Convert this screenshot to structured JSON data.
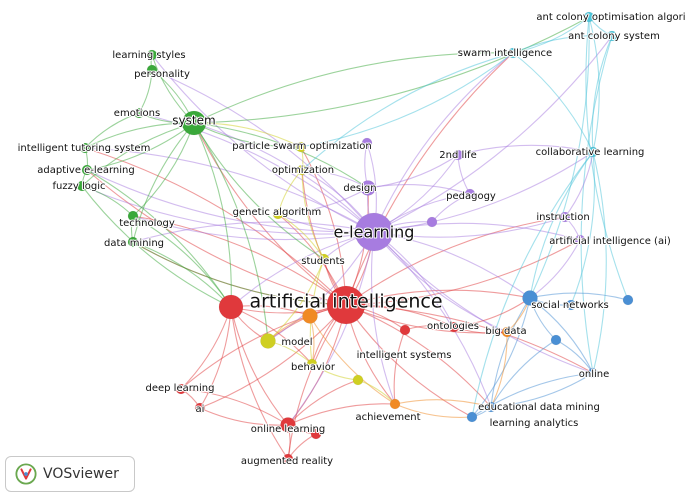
{
  "cluster_colors": {
    "red": "#e0393c",
    "green": "#3aa83a",
    "blue": "#4a8fd4",
    "yellow": "#cfcf22",
    "purple": "#a77ce0",
    "cyan": "#4cc4d9",
    "orange": "#f08a24"
  },
  "brand": {
    "name": "VOSviewer",
    "logo_icon": "vosviewer-logo-icon"
  },
  "nodes": [
    {
      "id": "ai",
      "label": "artificial intelligence",
      "cluster": "red",
      "size": 3,
      "label_size": "xl"
    },
    {
      "id": "el",
      "label": "e-learning",
      "cluster": "purple",
      "size": 3,
      "label_size": "l"
    },
    {
      "id": "red2",
      "label": "",
      "cluster": "red",
      "size": 2
    },
    {
      "id": "orange1",
      "label": "",
      "cluster": "orange",
      "size": 1
    },
    {
      "id": "system",
      "label": "system",
      "cluster": "green",
      "size": 2,
      "label_size": "m"
    },
    {
      "id": "learning_styles",
      "label": "learning styles",
      "cluster": "green",
      "size": 0
    },
    {
      "id": "personality",
      "label": "personality",
      "cluster": "green",
      "size": 0
    },
    {
      "id": "emotions",
      "label": "emotions",
      "cluster": "green",
      "size": 0
    },
    {
      "id": "its",
      "label": "intelligent tutoring system",
      "cluster": "green",
      "size": 0
    },
    {
      "id": "adaptive",
      "label": "adaptive e-learning",
      "cluster": "green",
      "size": 0
    },
    {
      "id": "fuzzy",
      "label": "fuzzy logic",
      "cluster": "green",
      "size": 0
    },
    {
      "id": "technology",
      "label": "technology",
      "cluster": "green",
      "size": 0
    },
    {
      "id": "data_mining",
      "label": "data mining",
      "cluster": "green",
      "size": 0
    },
    {
      "id": "pso",
      "label": "particle swarm optimization",
      "cluster": "yellow",
      "size": 0
    },
    {
      "id": "optimization",
      "label": "optimization",
      "cluster": "yellow",
      "size": 0
    },
    {
      "id": "genetic",
      "label": "genetic algorithm",
      "cluster": "yellow",
      "size": 0
    },
    {
      "id": "students",
      "label": "students",
      "cluster": "yellow",
      "size": 0
    },
    {
      "id": "model",
      "label": "model",
      "cluster": "yellow",
      "size": 1
    },
    {
      "id": "behavior",
      "label": "behavior",
      "cluster": "yellow",
      "size": 0
    },
    {
      "id": "yellow_dot",
      "label": "",
      "cluster": "yellow",
      "size": 0
    },
    {
      "id": "design",
      "label": "design",
      "cluster": "purple",
      "size": 1
    },
    {
      "id": "second_life",
      "label": "2nd life",
      "cluster": "purple",
      "size": 0
    },
    {
      "id": "pedagogy",
      "label": "pedagogy",
      "cluster": "purple",
      "size": 0
    },
    {
      "id": "instruction",
      "label": "instruction",
      "cluster": "purple",
      "size": 0
    },
    {
      "id": "aiai",
      "label": "artificial intelligence (ai)",
      "cluster": "purple",
      "size": 0
    },
    {
      "id": "purple_a",
      "label": "",
      "cluster": "purple",
      "size": 0
    },
    {
      "id": "purple_b",
      "label": "",
      "cluster": "purple",
      "size": 0
    },
    {
      "id": "ant_algo",
      "label": "ant colony optimisation algori",
      "cluster": "cyan",
      "size": 0
    },
    {
      "id": "ant_sys",
      "label": "ant colony system",
      "cluster": "cyan",
      "size": 0
    },
    {
      "id": "swarm",
      "label": "swarm intelligence",
      "cluster": "cyan",
      "size": 0
    },
    {
      "id": "collab",
      "label": "collaborative learning",
      "cluster": "cyan",
      "size": 0
    },
    {
      "id": "social",
      "label": "social networks",
      "cluster": "blue",
      "size": 1
    },
    {
      "id": "online",
      "label": "online",
      "cluster": "blue",
      "size": 0
    },
    {
      "id": "edm",
      "label": "educational data mining",
      "cluster": "blue",
      "size": 0
    },
    {
      "id": "la",
      "label": "learning analytics",
      "cluster": "blue",
      "size": 0
    },
    {
      "id": "blue_a",
      "label": "",
      "cluster": "blue",
      "size": 0
    },
    {
      "id": "blue_b",
      "label": "",
      "cluster": "blue",
      "size": 0
    },
    {
      "id": "blue_c",
      "label": "",
      "cluster": "blue",
      "size": 0
    },
    {
      "id": "ontologies",
      "label": "ontologies",
      "cluster": "red",
      "size": 0
    },
    {
      "id": "big_data",
      "label": "big data",
      "cluster": "orange",
      "size": 0
    },
    {
      "id": "int_systems",
      "label": "intelligent systems",
      "cluster": "red",
      "size": 0
    },
    {
      "id": "deep_learning",
      "label": "deep learning",
      "cluster": "red",
      "size": 0
    },
    {
      "id": "ai_short",
      "label": "ai",
      "cluster": "red",
      "size": 0
    },
    {
      "id": "online_learning",
      "label": "online learning",
      "cluster": "red",
      "size": 1
    },
    {
      "id": "augmented",
      "label": "augmented reality",
      "cluster": "red",
      "size": 0
    },
    {
      "id": "achievement",
      "label": "achievement",
      "cluster": "orange",
      "size": 0
    },
    {
      "id": "red_dot",
      "label": "",
      "cluster": "red",
      "size": 0
    }
  ],
  "edges": [
    [
      "ai",
      "el"
    ],
    [
      "ai",
      "red2"
    ],
    [
      "ai",
      "orange1"
    ],
    [
      "ai",
      "system"
    ],
    [
      "ai",
      "design"
    ],
    [
      "ai",
      "students"
    ],
    [
      "ai",
      "model"
    ],
    [
      "ai",
      "ontologies"
    ],
    [
      "ai",
      "big_data"
    ],
    [
      "ai",
      "int_systems"
    ],
    [
      "ai",
      "deep_learning"
    ],
    [
      "ai",
      "online_learning"
    ],
    [
      "ai",
      "achievement"
    ],
    [
      "ai",
      "social"
    ],
    [
      "ai",
      "genetic"
    ],
    [
      "ai",
      "optimization"
    ],
    [
      "ai",
      "pso"
    ],
    [
      "ai",
      "swarm"
    ],
    [
      "ai",
      "aiai"
    ],
    [
      "ai",
      "instruction"
    ],
    [
      "ai",
      "behavior"
    ],
    [
      "ai",
      "data_mining"
    ],
    [
      "ai",
      "technology"
    ],
    [
      "ai",
      "adaptive"
    ],
    [
      "ai",
      "its"
    ],
    [
      "ai",
      "edm"
    ],
    [
      "ai",
      "la"
    ],
    [
      "ai",
      "online"
    ],
    [
      "ai",
      "augmented"
    ],
    [
      "ai",
      "ai_short"
    ],
    [
      "el",
      "system"
    ],
    [
      "el",
      "design"
    ],
    [
      "el",
      "second_life"
    ],
    [
      "el",
      "pedagogy"
    ],
    [
      "el",
      "instruction"
    ],
    [
      "el",
      "aiai"
    ],
    [
      "el",
      "collab"
    ],
    [
      "el",
      "social"
    ],
    [
      "el",
      "students"
    ],
    [
      "el",
      "model"
    ],
    [
      "el",
      "red2"
    ],
    [
      "el",
      "adaptive"
    ],
    [
      "el",
      "emotions"
    ],
    [
      "el",
      "learning_styles"
    ],
    [
      "el",
      "personality"
    ],
    [
      "el",
      "technology"
    ],
    [
      "el",
      "data_mining"
    ],
    [
      "el",
      "edm"
    ],
    [
      "el",
      "online"
    ],
    [
      "el",
      "swarm"
    ],
    [
      "el",
      "ant_sys"
    ],
    [
      "el",
      "ontologies"
    ],
    [
      "el",
      "big_data"
    ],
    [
      "el",
      "online_learning"
    ],
    [
      "el",
      "achievement"
    ],
    [
      "el",
      "genetic"
    ],
    [
      "el",
      "optimization"
    ],
    [
      "el",
      "purple_a"
    ],
    [
      "el",
      "purple_b"
    ],
    [
      "el",
      "fuzzy"
    ],
    [
      "el",
      "its"
    ],
    [
      "system",
      "learning_styles"
    ],
    [
      "system",
      "personality"
    ],
    [
      "system",
      "emotions"
    ],
    [
      "system",
      "its"
    ],
    [
      "system",
      "adaptive"
    ],
    [
      "system",
      "fuzzy"
    ],
    [
      "system",
      "technology"
    ],
    [
      "system",
      "data_mining"
    ],
    [
      "system",
      "red2"
    ],
    [
      "system",
      "pso"
    ],
    [
      "system",
      "swarm"
    ],
    [
      "system",
      "ant_algo"
    ],
    [
      "system",
      "design"
    ],
    [
      "system",
      "students"
    ],
    [
      "system",
      "model"
    ],
    [
      "learning_styles",
      "personality"
    ],
    [
      "personality",
      "emotions"
    ],
    [
      "emotions",
      "its"
    ],
    [
      "its",
      "adaptive"
    ],
    [
      "adaptive",
      "fuzzy"
    ],
    [
      "fuzzy",
      "technology"
    ],
    [
      "technology",
      "data_mining"
    ],
    [
      "adaptive",
      "red2"
    ],
    [
      "fuzzy",
      "red2"
    ],
    [
      "data_mining",
      "red2"
    ],
    [
      "data_mining",
      "ai"
    ],
    [
      "technology",
      "red2"
    ],
    [
      "ant_algo",
      "ant_sys"
    ],
    [
      "ant_algo",
      "swarm"
    ],
    [
      "ant_sys",
      "swarm"
    ],
    [
      "swarm",
      "collab"
    ],
    [
      "ant_sys",
      "collab"
    ],
    [
      "ant_algo",
      "collab"
    ],
    [
      "collab",
      "social"
    ],
    [
      "collab",
      "online"
    ],
    [
      "collab",
      "la"
    ],
    [
      "ant_algo",
      "social"
    ],
    [
      "ant_sys",
      "online"
    ],
    [
      "swarm",
      "pso"
    ],
    [
      "swarm",
      "optimization"
    ],
    [
      "collab",
      "blue_a"
    ],
    [
      "ant_algo",
      "blue_b"
    ],
    [
      "social",
      "online"
    ],
    [
      "social",
      "edm"
    ],
    [
      "social",
      "la"
    ],
    [
      "social",
      "blue_a"
    ],
    [
      "social",
      "blue_b"
    ],
    [
      "social",
      "blue_c"
    ],
    [
      "online",
      "edm"
    ],
    [
      "online",
      "la"
    ],
    [
      "edm",
      "la"
    ],
    [
      "blue_c",
      "edm"
    ],
    [
      "blue_c",
      "online"
    ],
    [
      "big_data",
      "social"
    ],
    [
      "big_data",
      "edm"
    ],
    [
      "ontologies",
      "social"
    ],
    [
      "red2",
      "deep_learning"
    ],
    [
      "red2",
      "online_learning"
    ],
    [
      "red2",
      "ai_short"
    ],
    [
      "red2",
      "model"
    ],
    [
      "red2",
      "orange1"
    ],
    [
      "red2",
      "augmented"
    ],
    [
      "red2",
      "behavior"
    ],
    [
      "orange1",
      "model"
    ],
    [
      "orange1",
      "behavior"
    ],
    [
      "orange1",
      "achievement"
    ],
    [
      "online_learning",
      "augmented"
    ],
    [
      "online_learning",
      "red_dot"
    ],
    [
      "online_learning",
      "achievement"
    ],
    [
      "online_learning",
      "deep_learning"
    ],
    [
      "online_learning",
      "yellow_dot"
    ],
    [
      "int_systems",
      "achievement"
    ],
    [
      "int_systems",
      "ontologies"
    ],
    [
      "ontologies",
      "big_data"
    ],
    [
      "achievement",
      "edm"
    ],
    [
      "achievement",
      "la"
    ],
    [
      "students",
      "model"
    ],
    [
      "students",
      "genetic"
    ],
    [
      "students",
      "optimization"
    ],
    [
      "students",
      "behavior"
    ],
    [
      "genetic",
      "optimization"
    ],
    [
      "optimization",
      "pso"
    ],
    [
      "model",
      "behavior"
    ],
    [
      "behavior",
      "yellow_dot"
    ],
    [
      "yellow_dot",
      "achievement"
    ],
    [
      "pso",
      "system"
    ],
    [
      "design",
      "pedagogy"
    ],
    [
      "design",
      "second_life"
    ],
    [
      "pedagogy",
      "second_life"
    ],
    [
      "pedagogy",
      "purple_a"
    ],
    [
      "instruction",
      "aiai"
    ],
    [
      "purple_b",
      "design"
    ],
    [
      "aiai",
      "social"
    ],
    [
      "instruction",
      "collab"
    ],
    [
      "second_life",
      "collab"
    ],
    [
      "design",
      "optimization"
    ],
    [
      "design",
      "genetic"
    ],
    [
      "red_dot",
      "augmented"
    ],
    [
      "deep_learning",
      "ai_short"
    ],
    [
      "ai_short",
      "online_learning"
    ]
  ]
}
